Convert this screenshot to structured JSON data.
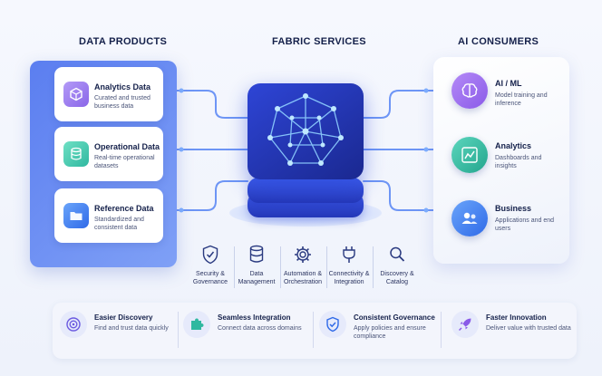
{
  "headings": {
    "data_products": "DATA PRODUCTS",
    "fabric_services": "FABRIC SERVICES",
    "ai_consumers": "AI CONSUMERS"
  },
  "data_products": [
    {
      "title": "Analytics Data",
      "subtitle": "Curated and trusted business data",
      "icon": "cube-icon",
      "color": "#9b7cf0"
    },
    {
      "title": "Operational Data",
      "subtitle": "Real-time operational datasets",
      "icon": "database-icon",
      "color": "#3cc3a8"
    },
    {
      "title": "Reference Data",
      "subtitle": "Standardized and consistent data",
      "icon": "folder-icon",
      "color": "#3f7cf2"
    }
  ],
  "consumers": [
    {
      "title": "AI / ML",
      "subtitle": "Model training and inference",
      "icon": "brain-icon",
      "color": "#9b6cf0"
    },
    {
      "title": "Analytics",
      "subtitle": "Dashboards and insights",
      "icon": "chart-icon",
      "color": "#2fb8a0"
    },
    {
      "title": "Business",
      "subtitle": "Applications and end users",
      "icon": "users-icon",
      "color": "#3f7cf2"
    }
  ],
  "services": [
    {
      "label": "Security & Governance",
      "icon": "shield-check-icon"
    },
    {
      "label": "Data Management",
      "icon": "database-icon"
    },
    {
      "label": "Automation & Orchestration",
      "icon": "gear-icon"
    },
    {
      "label": "Connectivity & Integration",
      "icon": "plug-icon"
    },
    {
      "label": "Discovery & Catalog",
      "icon": "search-icon"
    }
  ],
  "benefits": [
    {
      "title": "Easier Discovery",
      "subtitle": "Find and trust data quickly",
      "icon": "target-icon"
    },
    {
      "title": "Seamless Integration",
      "subtitle": "Connect data across domains",
      "icon": "puzzle-icon"
    },
    {
      "title": "Consistent Governance",
      "subtitle": "Apply policies and ensure compliance",
      "icon": "shield-check-icon"
    },
    {
      "title": "Faster Innovation",
      "subtitle": "Deliver value with trusted data",
      "icon": "rocket-icon"
    }
  ],
  "colors": {
    "accent": "#3d5be8",
    "core": "#1f2ea8",
    "connector": "#5f8bf5",
    "text": "#14204a"
  }
}
